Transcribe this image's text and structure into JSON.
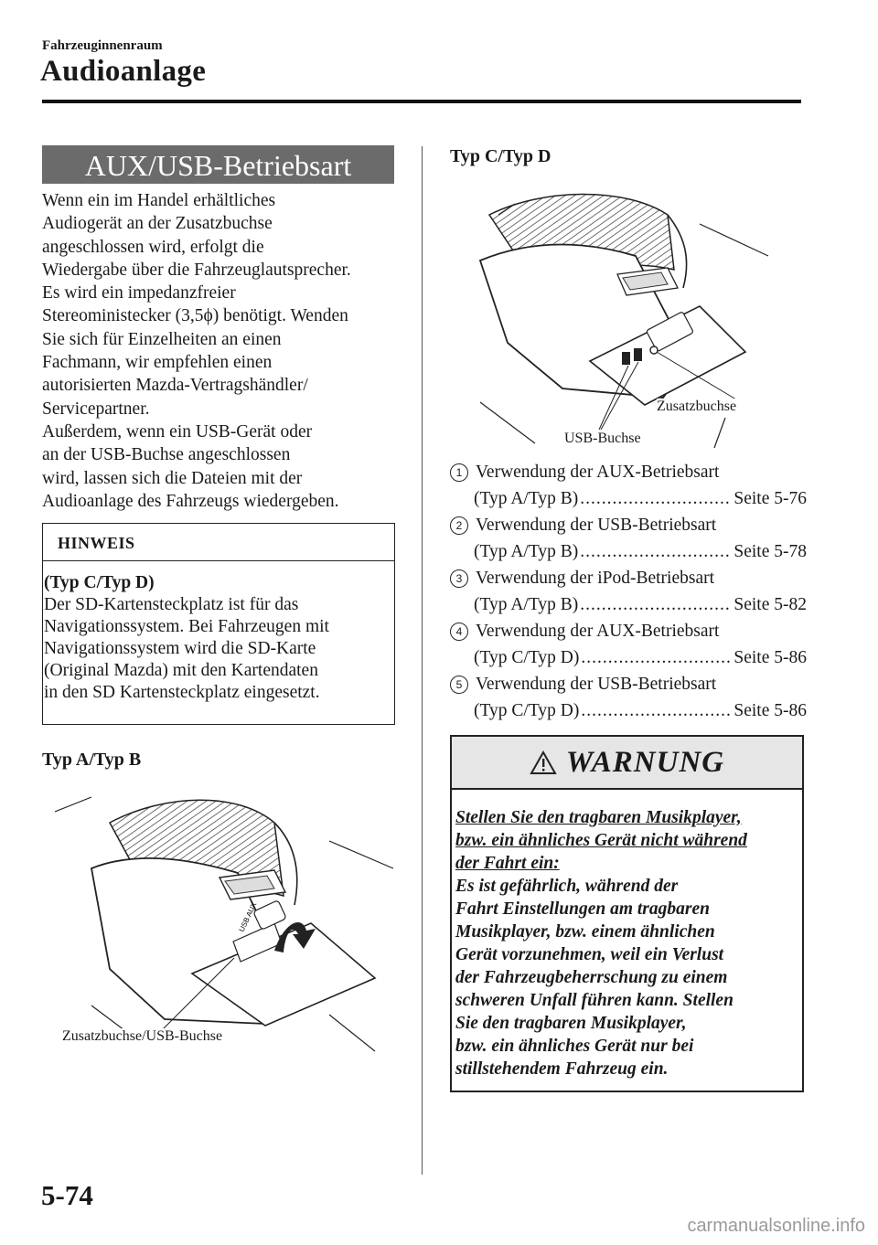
{
  "header": {
    "section": "Fahrzeuginnenraum",
    "title": "Audioanlage"
  },
  "left": {
    "banner": "AUX/USB-Betriebsart",
    "intro_lines": [
      "Wenn ein im Handel erhältliches",
      "Audiogerät an der Zusatzbuchse",
      "angeschlossen wird, erfolgt die",
      "Wiedergabe über die Fahrzeuglautsprecher.",
      "Es wird ein impedanzfreier",
      "Stereoministecker (3,5ϕ) benötigt. Wenden",
      "Sie sich für Einzelheiten an einen",
      "Fachmann, wir empfehlen einen",
      "autorisierten Mazda-Vertragshändler/",
      "Servicepartner.",
      "Außerdem, wenn ein USB-Gerät oder",
      "an der USB-Buchse angeschlossen",
      "wird, lassen sich die Dateien mit der",
      "Audioanlage des Fahrzeugs wiedergeben."
    ],
    "note": {
      "heading": "HINWEIS",
      "subheading": "(Typ C/Typ D)",
      "lines": [
        "Der SD-Kartensteckplatz ist für das",
        "Navigationssystem. Bei Fahrzeugen mit",
        "Navigationssystem  wird die SD-Karte",
        "(Original Mazda) mit den Kartendaten",
        "in den SD Kartensteckplatz eingesetzt."
      ]
    },
    "figure_ab": {
      "label": "Typ A/Typ B",
      "caption": "Zusatzbuchse/USB-Buchse",
      "port_text": "USB AUX"
    }
  },
  "right": {
    "figure_cd": {
      "label": "Typ C/Typ D",
      "caption_aux": "Zusatzbuchse",
      "caption_usb": "USB-Buchse"
    },
    "references": [
      {
        "num": "1",
        "title": "Verwendung der AUX-Betriebsart",
        "mode": "(Typ A/Typ B)",
        "page": "Seite 5-76"
      },
      {
        "num": "2",
        "title": "Verwendung der USB-Betriebsart",
        "mode": "(Typ A/Typ B)",
        "page": "Seite 5-78"
      },
      {
        "num": "3",
        "title": "Verwendung der iPod-Betriebsart",
        "mode": "(Typ A/Typ B)",
        "page": "Seite 5-82"
      },
      {
        "num": "4",
        "title": "Verwendung der AUX-Betriebsart",
        "mode": "(Typ C/Typ D)",
        "page": "Seite 5-86"
      },
      {
        "num": "5",
        "title": "Verwendung der USB-Betriebsart",
        "mode": "(Typ C/Typ D)",
        "page": "Seite 5-86"
      }
    ],
    "warning": {
      "title": "WARNUNG",
      "underlined_lines": [
        "Stellen Sie den tragbaren Musikplayer,",
        "bzw. ein ähnliches Gerät nicht während",
        "der Fahrt ein:"
      ],
      "lines": [
        "Es ist gefährlich, während der",
        "Fahrt Einstellungen am tragbaren",
        "Musikplayer, bzw. einem ähnlichen",
        "Gerät vorzunehmen, weil ein Verlust",
        "der Fahrzeugbeherrschung zu einem",
        "schweren Unfall führen kann. Stellen",
        "Sie den tragbaren Musikplayer,",
        "bzw. ein ähnliches Gerät nur bei",
        "stillstehendem Fahrzeug ein."
      ]
    }
  },
  "footer": {
    "page_number": "5-74",
    "watermark": "carmanualsonline.info"
  }
}
